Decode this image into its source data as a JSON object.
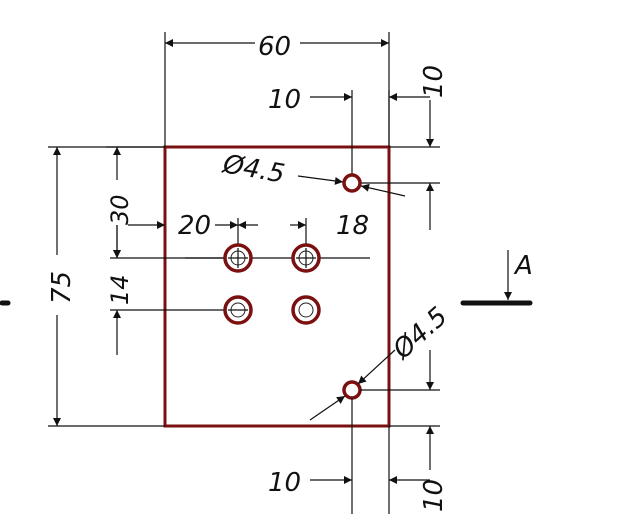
{
  "dimensions": {
    "width_top": "60",
    "offset_top_x": "10",
    "offset_top_y": "10",
    "hole_top_dia": "Ø4.5",
    "spacing_x1": "20",
    "spacing_x2": "18",
    "height_total": "75",
    "offset_y_30": "30",
    "spacing_y_14": "14",
    "hole_bottom_dia": "Ø4.5",
    "offset_bottom_x": "10",
    "offset_bottom_y": "10"
  },
  "section_label": "A",
  "colors": {
    "part_outline": "#7a1010",
    "dimension_lines": "#111111"
  }
}
